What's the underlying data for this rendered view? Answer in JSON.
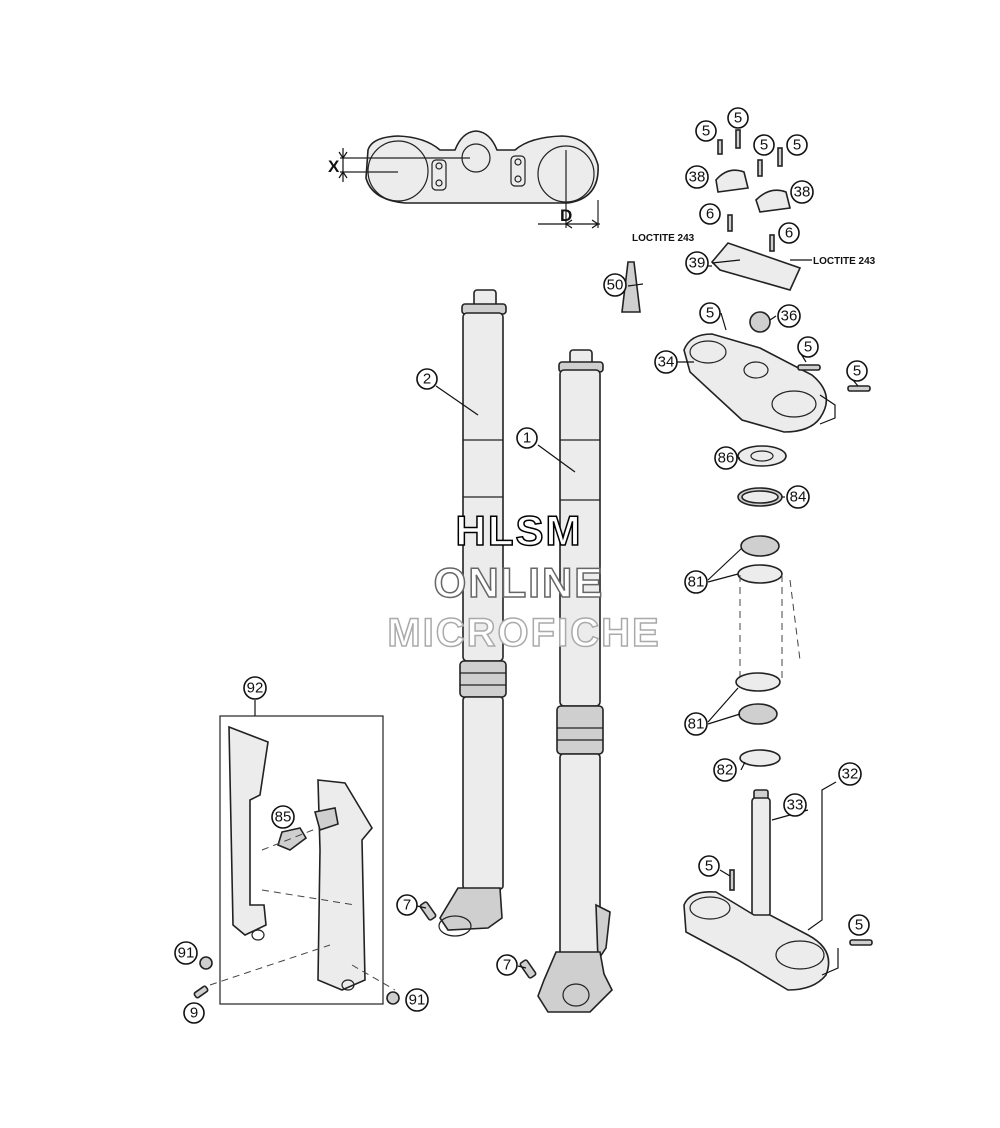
{
  "watermark": {
    "line1": "HLSM",
    "line2": "ONLINE",
    "line3": "MICROFICHE"
  },
  "dimensions": {
    "x": "X",
    "d": "D"
  },
  "annotations": {
    "loctite_left": "LOCTITE 243",
    "loctite_right": "LOCTITE 243"
  },
  "callouts": {
    "c1": "1",
    "c2": "2",
    "c5a": "5",
    "c5b": "5",
    "c5c": "5",
    "c5d": "5",
    "c5e": "5",
    "c5f": "5",
    "c5g": "5",
    "c5h": "5",
    "c6a": "6",
    "c6b": "6",
    "c7a": "7",
    "c7b": "7",
    "c9": "9",
    "c32": "32",
    "c33": "33",
    "c34": "34",
    "c36": "36",
    "c38a": "38",
    "c38b": "38",
    "c39": "39",
    "c50": "50",
    "c81a": "81",
    "c81b": "81",
    "c82": "82",
    "c84": "84",
    "c85": "85",
    "c86": "86",
    "c91a": "91",
    "c91b": "91",
    "c92": "92"
  }
}
